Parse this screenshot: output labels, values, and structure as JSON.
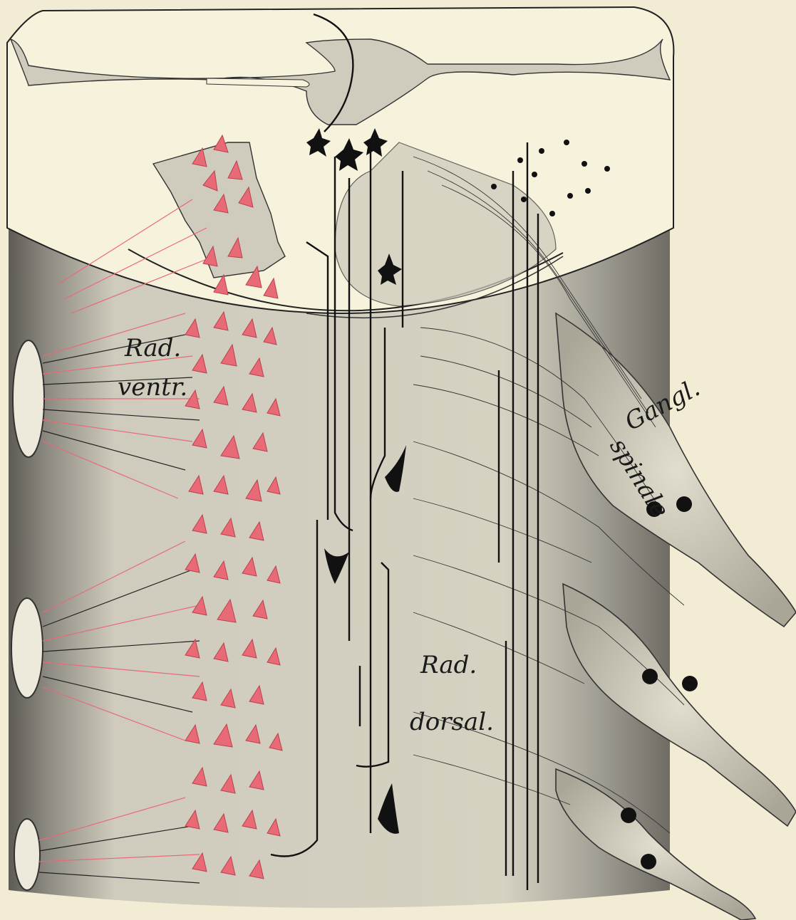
{
  "labels": {
    "rad_ventr_1": "Rad.",
    "rad_ventr_2": "ventr.",
    "gangl_1": "Gangl.",
    "gangl_2": "spinale",
    "rad_dorsal_1": "Rad.",
    "rad_dorsal_2": "dorsal."
  },
  "colors": {
    "background": "#f1ecd3",
    "gray_matter": "#cfcbbd",
    "white_matter": "#d9d5c4",
    "section": "#f6f2dc",
    "shadow": "#6d6a62",
    "motor_cells": "#e86a76",
    "ink": "#111111"
  }
}
